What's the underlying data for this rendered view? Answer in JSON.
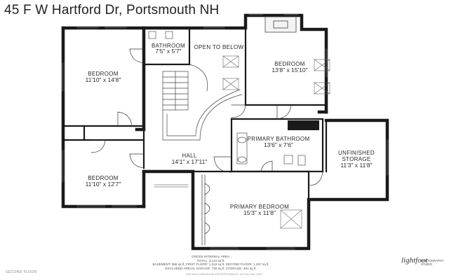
{
  "header": {
    "title": "45 F W Hartford Dr, Portsmouth NH"
  },
  "rooms": {
    "bathroom": {
      "name": "BATHROOM",
      "dim": "7'5\" x 5'7\""
    },
    "open_to_below": {
      "name": "OPEN TO BELOW"
    },
    "bedroom_ne": {
      "name": "BEDROOM",
      "dim": "13'8\" x 15'10\""
    },
    "bedroom_nw": {
      "name": "BEDROOM",
      "dim": "11'10\" x 14'8\""
    },
    "primary_bathroom": {
      "name": "PRIMARY BATHROOM",
      "dim": "13'6\" x 7'6\""
    },
    "unfinished_storage": {
      "name_line1": "UNFINISHED",
      "name_line2": "STORAGE",
      "dim": "11'3\" x 11'8\""
    },
    "hall": {
      "name": "HALL",
      "dim": "14'1\" x 17'11\""
    },
    "bedroom_sw": {
      "name": "BEDROOM",
      "dim": "11'10\" x 12'7\""
    },
    "primary_bedroom": {
      "name": "PRIMARY BEDROOM",
      "dim": "15'3\" x 11'8\""
    }
  },
  "area_info": {
    "line1": "GROSS INTERNAL AREA",
    "line2": "TOTAL: 3,144 sq ft",
    "line3": "BASEMENT: 568 sq ft, FIRST FLOOR: 1,319 sq ft, SECOND FLOOR: 1,257 sq ft",
    "line4": "EXCLUDED AREAS: GARAGE: 726 sq ft, STORAGE: 401 sq ft"
  },
  "disclaimer": "SIZE AND DIMENSIONS ARE APPROXIMATE. ACTUAL MAY VARY.",
  "floor_label": "SECOND FLOOR",
  "credit": {
    "logo": "lightfoot",
    "sub_line1": "PHOTOGRAPHY",
    "sub_line2": "STUDIO"
  }
}
